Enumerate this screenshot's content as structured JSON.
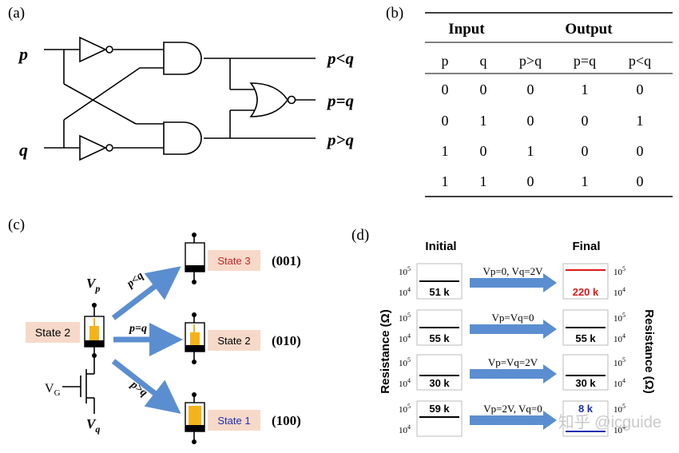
{
  "panel_a": {
    "label": "(a)",
    "input_p": "p",
    "input_q": "q",
    "out_lt": "p<q",
    "out_eq": "p=q",
    "out_gt": "p>q"
  },
  "panel_b": {
    "label": "(b)",
    "group_input": "Input",
    "group_output": "Output",
    "columns": [
      "p",
      "q",
      "p>q",
      "p=q",
      "p<q"
    ],
    "rows": [
      [
        "0",
        "0",
        "0",
        "1",
        "0"
      ],
      [
        "0",
        "1",
        "0",
        "0",
        "1"
      ],
      [
        "1",
        "0",
        "1",
        "0",
        "0"
      ],
      [
        "1",
        "1",
        "0",
        "1",
        "0"
      ]
    ]
  },
  "panel_c": {
    "label": "(c)",
    "vp": "V",
    "vp_sub": "p",
    "vq": "V",
    "vq_sub": "q",
    "vg": "V",
    "vg_sub": "G",
    "state_current": "State 2",
    "arrow_top": "p<q",
    "arrow_mid": "p=q",
    "arrow_bot": "p>q",
    "states": [
      {
        "label": "State 3",
        "code": "(001)",
        "color": "#c0272d"
      },
      {
        "label": "State 2",
        "code": "(010)",
        "color": "#000000"
      },
      {
        "label": "State 1",
        "code": "(100)",
        "color": "#1f2fb0"
      }
    ]
  },
  "panel_d": {
    "label": "(d)",
    "initial": "Initial",
    "final": "Final",
    "ylabel": "Resistance (Ω)",
    "tick_hi_base": "10",
    "tick_hi_exp": "5",
    "tick_lo_base": "10",
    "tick_lo_exp": "4",
    "rows": [
      {
        "cond": "Vp=0, Vq=2V",
        "initial_val": "51 k",
        "final_val": "220 k",
        "final_color": "#e01818",
        "line_color": "#e01818"
      },
      {
        "cond": "Vp=Vq=0",
        "initial_val": "55 k",
        "final_val": "55 k",
        "final_color": "#000000",
        "line_color": "#000000"
      },
      {
        "cond": "Vp=Vq=2V",
        "initial_val": "30 k",
        "final_val": "30 k",
        "final_color": "#000000",
        "line_color": "#000000"
      },
      {
        "cond": "Vp=2V, Vq=0",
        "initial_val": "59 k",
        "final_val": "8 k",
        "final_color": "#1a2fb0",
        "line_color": "#1a2fb0"
      }
    ]
  },
  "watermark": "知乎 @icguide",
  "colors": {
    "arrow_blue": "#5b8ed0",
    "state_box": "#f7d9c9",
    "device_fill": "#f5b31a"
  }
}
